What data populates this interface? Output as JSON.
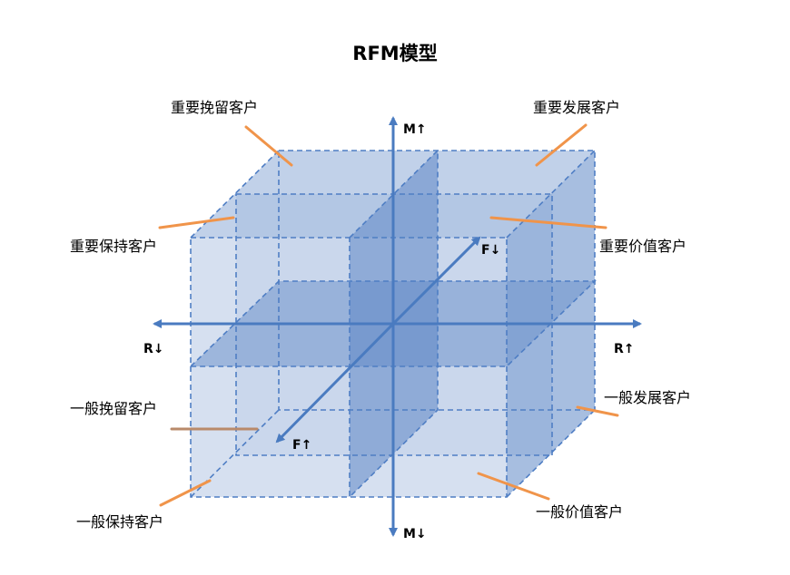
{
  "title": "RFM模型",
  "segments": {
    "important_retain": "重要挽留客户",
    "important_develop": "重要发展客户",
    "important_keep": "重要保持客户",
    "important_value": "重要价值客户",
    "general_retain": "一般挽留客户",
    "general_develop": "一般发展客户",
    "general_keep": "一般保持客户",
    "general_value": "一般价值客户"
  },
  "axes": {
    "m_up": "M↑",
    "m_down": "M↓",
    "r_left": "R↓",
    "r_right": "R↑",
    "f_back": "F↓",
    "f_front": "F↑"
  },
  "colors": {
    "cube_dash": "#4f7ec4",
    "axis": "#4a7bc0",
    "leader": "#f0944a",
    "face_light": "#c8d6eb",
    "face_mid": "#a6bde0",
    "face_dark": "#7d9dcf"
  }
}
